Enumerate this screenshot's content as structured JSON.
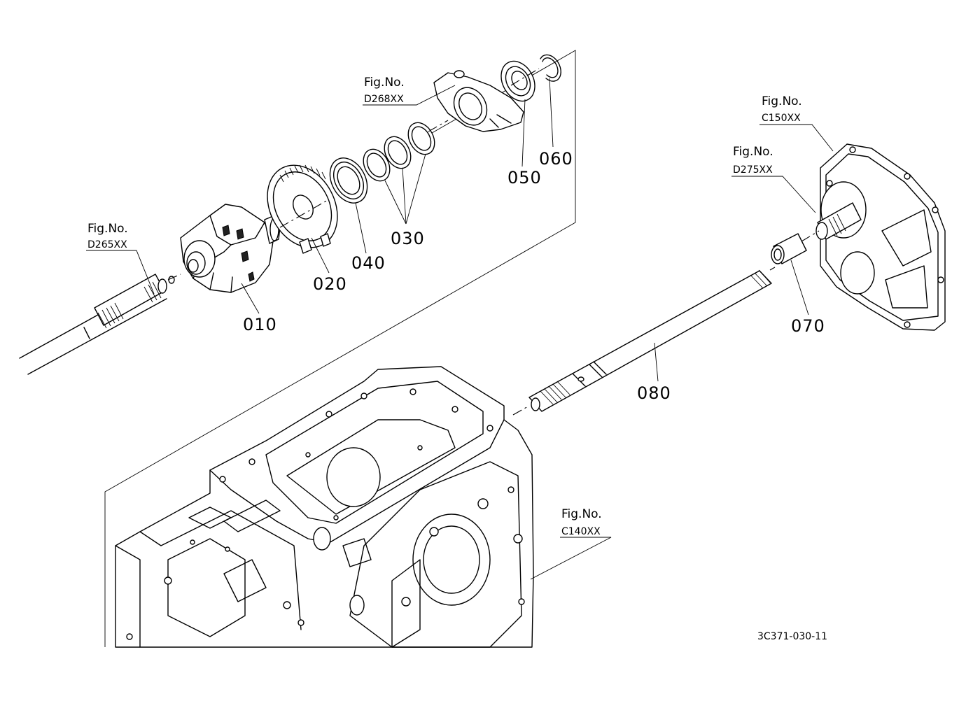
{
  "diagram": {
    "part_numbers": {
      "p010": "010",
      "p020": "020",
      "p030": "030",
      "p040": "040",
      "p050": "050",
      "p060": "060",
      "p070": "070",
      "p080": "080"
    },
    "figure_refs": {
      "d265": {
        "label": "Fig.No.",
        "code": "D265XX"
      },
      "d268": {
        "label": "Fig.No.",
        "code": "D268XX"
      },
      "c150": {
        "label": "Fig.No.",
        "code": "C150XX"
      },
      "d275": {
        "label": "Fig.No.",
        "code": "D275XX"
      },
      "c140": {
        "label": "Fig.No.",
        "code": "C140XX"
      }
    },
    "drawing_code": "3C371-030-11"
  }
}
